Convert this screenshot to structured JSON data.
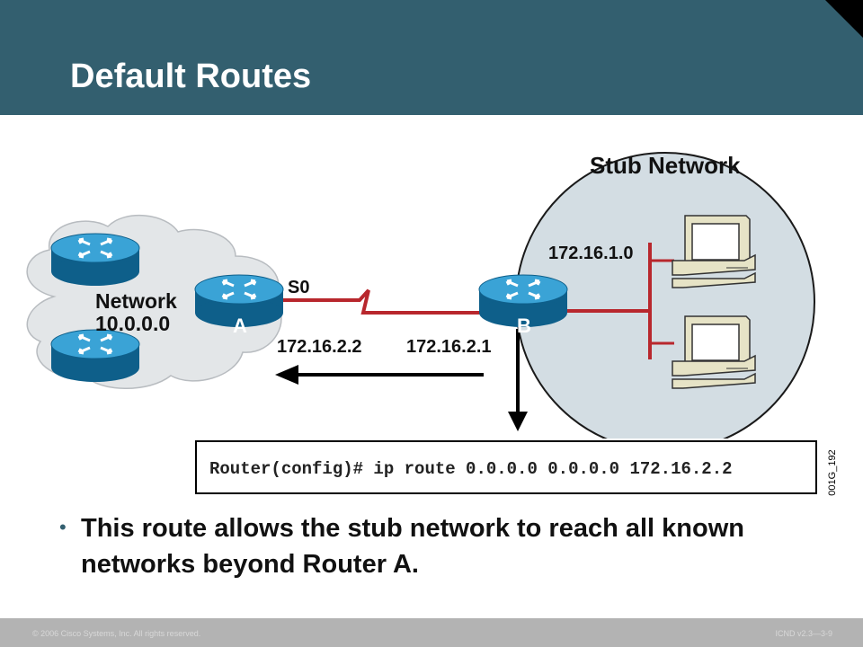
{
  "slide": {
    "title": "Default Routes",
    "bullet": "This route allows the stub network to reach all known networks beyond Router A.",
    "footer_left": "© 2006 Cisco Systems, Inc. All rights reserved.",
    "footer_right": "ICND v2.3—3-9"
  },
  "diagram": {
    "stub_network_label": "Stub Network",
    "stub_subnet": "172.16.1.0",
    "network_label_line1": "Network",
    "network_label_line2": "10.0.0.0",
    "router_a_label": "A",
    "router_b_label": "B",
    "interface_label": "S0",
    "router_a_ip": "172.16.2.2",
    "router_b_ip": "172.16.2.1",
    "figure_id": "001G_192",
    "command": "Router(config)# ip route 0.0.0.0 0.0.0.0 172.16.2.2",
    "colors": {
      "header": "#335f6f",
      "router_body": "#1e84b8",
      "link": "#b8272d",
      "stub_fill": "#d3dde3",
      "cloud_fill": "#e3e6e8"
    }
  }
}
